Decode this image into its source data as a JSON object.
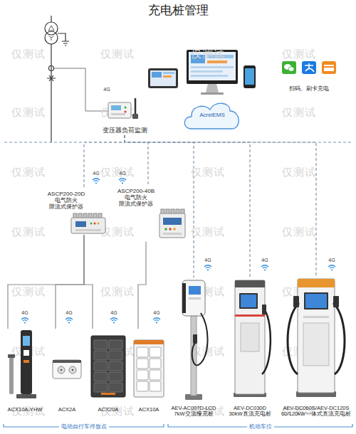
{
  "diagram": {
    "title": "充电桩管理",
    "nodes": [
      {
        "text": [
          "变压器负荷监测"
        ]
      },
      {
        "text": [
          "AcrelEMS"
        ]
      },
      {
        "text": [
          "扫码、刷卡充电"
        ]
      },
      {
        "text": [
          "ASCP200-20D 电气防火 限流式保护器"
        ]
      },
      {
        "text": [
          "ASCP200-40B 电气防火 限流式保护器"
        ]
      },
      {
        "text": [
          "ACX10A-YHW"
        ]
      },
      {
        "text": [
          "ACX2A"
        ]
      },
      {
        "text": [
          "ACX20A"
        ]
      },
      {
        "text": [
          "ACX10A"
        ]
      },
      {
        "text": [
          "AEV-AC007D-LCD 7kW交流慢充桩"
        ]
      },
      {
        "text": [
          "AEV-DC030D 30kW直流充电桩"
        ]
      },
      {
        "text": [
          "AEV-DC060S/AEV-DC120S 60/120kW一体式直流充电桩"
        ]
      }
    ],
    "edges": [
      {
        "from": 0,
        "to": 3,
        "arrow": "none"
      },
      {
        "from": 0,
        "to": 4,
        "arrow": "none"
      },
      {
        "from": 0,
        "to": 9,
        "arrow": "none"
      },
      {
        "from": 0,
        "to": 10,
        "arrow": "none"
      },
      {
        "from": 0,
        "to": 11,
        "arrow": "none"
      },
      {
        "from": 3,
        "to": 5,
        "arrow": "none"
      },
      {
        "from": 3,
        "to": 6,
        "arrow": "none"
      },
      {
        "from": 3,
        "to": 7,
        "arrow": "none"
      },
      {
        "from": 4,
        "to": 8,
        "arrow": "none"
      }
    ],
    "labels": [
      "4G",
      "4G",
      "4G",
      "4G",
      "4G",
      "4G",
      "4G",
      "4G",
      "4G",
      "4G",
      "电动自行车停放点",
      "机动车位",
      "仅测试",
      "仅测试",
      "仅测试",
      "仅测试",
      "仅测试",
      "仅测试",
      "仅测试",
      "仅测试",
      "仅测试",
      "仅测试",
      "仅测试",
      "仅测试",
      "仅测试",
      "仅测试",
      "仅测试",
      "仅测试",
      "仅测试",
      "仅测试",
      "仅测试",
      "仅测试",
      "仅测试",
      "仅测试",
      "仅测试",
      "仅测试",
      "仅测试",
      "仅测试",
      "仅测试",
      "仅测试"
    ]
  }
}
